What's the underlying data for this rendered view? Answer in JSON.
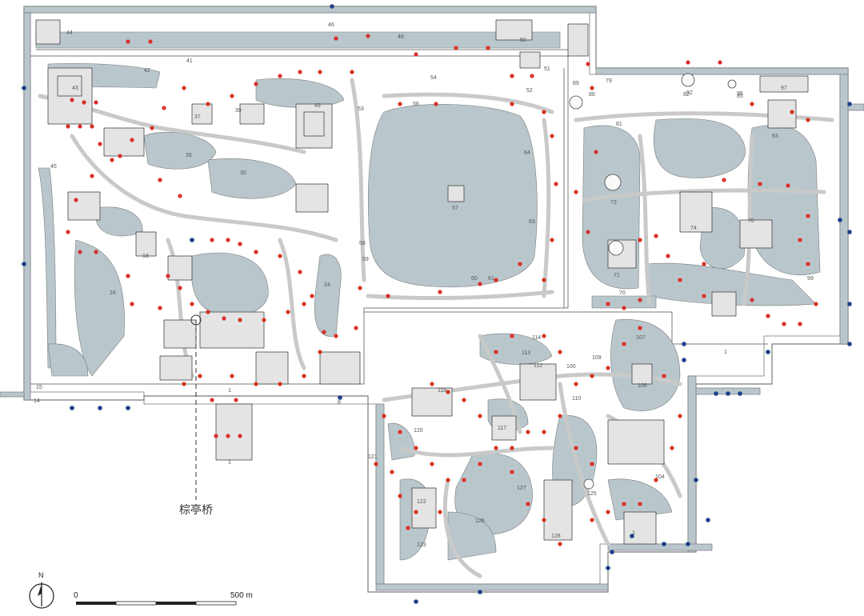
{
  "map": {
    "callout_label": "棕亭桥",
    "north_label": "N",
    "scale": {
      "start": "0",
      "end": "500 m"
    },
    "colors": {
      "water": "#b9c7cc",
      "land": "#f6f6f5",
      "path": "#d8d8d8",
      "outline": "#7a7a7a",
      "marker_red": "#d9302a",
      "marker_blue": "#1f3f8c"
    },
    "labels": [
      {
        "id": "1",
        "text": "1"
      },
      {
        "id": "2",
        "text": "1"
      },
      {
        "id": "3",
        "text": "1"
      },
      {
        "id": "4",
        "text": "1"
      },
      {
        "id": "5",
        "text": "8"
      },
      {
        "id": "6",
        "text": "14"
      },
      {
        "id": "7",
        "text": "15"
      },
      {
        "id": "8",
        "text": "16"
      },
      {
        "id": "9",
        "text": "18"
      },
      {
        "id": "10",
        "text": "24"
      },
      {
        "id": "11",
        "text": "26"
      },
      {
        "id": "12",
        "text": "30"
      },
      {
        "id": "13",
        "text": "37"
      },
      {
        "id": "14",
        "text": "39"
      },
      {
        "id": "15",
        "text": "41"
      },
      {
        "id": "16",
        "text": "42"
      },
      {
        "id": "17",
        "text": "43"
      },
      {
        "id": "18",
        "text": "44"
      },
      {
        "id": "19",
        "text": "45"
      },
      {
        "id": "20",
        "text": "46"
      },
      {
        "id": "21",
        "text": "48"
      },
      {
        "id": "22",
        "text": "49"
      },
      {
        "id": "23",
        "text": "50"
      },
      {
        "id": "24",
        "text": "51"
      },
      {
        "id": "25",
        "text": "52"
      },
      {
        "id": "26",
        "text": "53"
      },
      {
        "id": "27",
        "text": "54"
      },
      {
        "id": "28",
        "text": "56"
      },
      {
        "id": "29",
        "text": "57"
      },
      {
        "id": "30",
        "text": "58"
      },
      {
        "id": "31",
        "text": "59"
      },
      {
        "id": "32",
        "text": "60"
      },
      {
        "id": "33",
        "text": "61"
      },
      {
        "id": "34",
        "text": "63"
      },
      {
        "id": "35",
        "text": "64"
      },
      {
        "id": "36",
        "text": "70"
      },
      {
        "id": "37",
        "text": "71"
      },
      {
        "id": "38",
        "text": "73"
      },
      {
        "id": "39",
        "text": "74"
      },
      {
        "id": "40",
        "text": "76"
      },
      {
        "id": "41",
        "text": "79"
      },
      {
        "id": "42",
        "text": "81"
      },
      {
        "id": "43",
        "text": "82"
      },
      {
        "id": "44",
        "text": "83"
      },
      {
        "id": "45",
        "text": "85"
      },
      {
        "id": "46",
        "text": "88"
      },
      {
        "id": "47",
        "text": "89"
      },
      {
        "id": "48",
        "text": "92"
      },
      {
        "id": "49",
        "text": "95"
      },
      {
        "id": "50",
        "text": "97"
      },
      {
        "id": "51",
        "text": "99"
      },
      {
        "id": "52",
        "text": "100"
      },
      {
        "id": "53",
        "text": "104"
      },
      {
        "id": "54",
        "text": "106"
      },
      {
        "id": "55",
        "text": "107"
      },
      {
        "id": "56",
        "text": "109"
      },
      {
        "id": "57",
        "text": "110"
      },
      {
        "id": "58",
        "text": "112"
      },
      {
        "id": "59",
        "text": "113"
      },
      {
        "id": "60",
        "text": "114"
      },
      {
        "id": "61",
        "text": "117"
      },
      {
        "id": "62",
        "text": "118"
      },
      {
        "id": "63",
        "text": "120"
      },
      {
        "id": "64",
        "text": "121"
      },
      {
        "id": "65",
        "text": "122"
      },
      {
        "id": "66",
        "text": "123"
      },
      {
        "id": "67",
        "text": "125"
      },
      {
        "id": "68",
        "text": "126"
      },
      {
        "id": "69",
        "text": "127"
      },
      {
        "id": "70",
        "text": "128"
      }
    ]
  }
}
